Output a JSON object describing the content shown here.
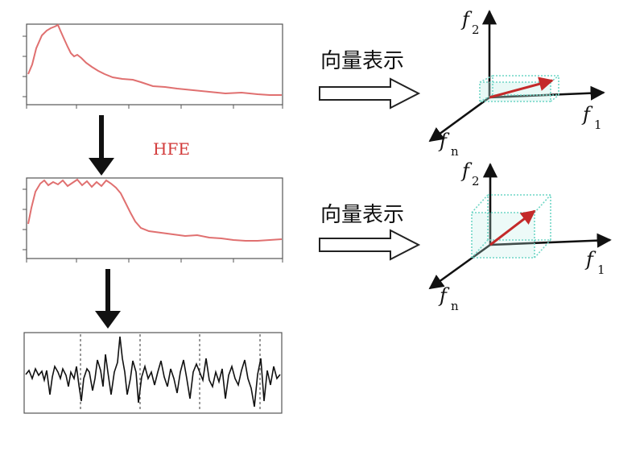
{
  "labels": {
    "hfe": "HFE",
    "vector_repr_top": "向量表示",
    "vector_repr_bottom": "向量表示"
  },
  "axes_top": {
    "f1": "f",
    "f1_sub": "1",
    "f2": "f",
    "f2_sub": "2",
    "fn": "f",
    "fn_sub": "n"
  },
  "axes_bottom": {
    "f1": "f",
    "f1_sub": "1",
    "f2": "f",
    "f2_sub": "2",
    "fn": "f",
    "fn_sub": "n"
  },
  "colors": {
    "curve": "#e07070",
    "vector": "#c42a2a",
    "box": "#6fd6c6",
    "hfe_text": "#d23a3a",
    "frame": "#555555"
  }
}
